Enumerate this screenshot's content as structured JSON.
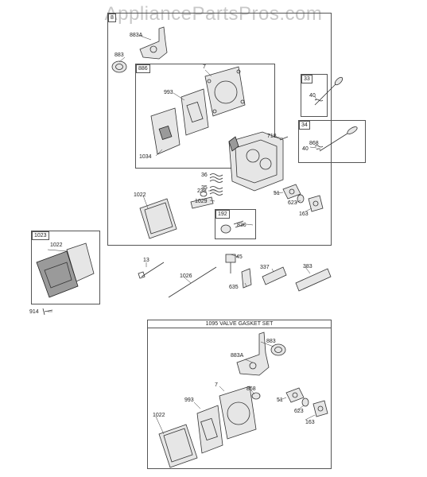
{
  "watermark": "AppliancePartsPros.com",
  "main_box": {
    "corner": "8",
    "labels": {
      "p883A": "883A",
      "p883": "883",
      "p7": "7",
      "p993": "993",
      "p1034": "1034",
      "p718": "718",
      "p36a": "36",
      "p36b": "35",
      "p238": "238",
      "p1029": "1029",
      "p1022": "1022",
      "p830": "830",
      "p51": "51",
      "p623": "623",
      "p163": "163",
      "p40a": "40",
      "p868": "868",
      "p40b": "40"
    },
    "subboxes": {
      "b886": "886",
      "b33": "33",
      "b34": "34",
      "b192": "192"
    }
  },
  "cover_box": {
    "title": "1023",
    "labels": {
      "p1022": "1022"
    }
  },
  "loose_parts": {
    "p914": "914",
    "p13": "13",
    "p1026": "1026",
    "p45": "45",
    "p635": "635",
    "p337": "337",
    "p383": "383"
  },
  "gasket_set": {
    "title": "1095 VALVE GASKET SET",
    "labels": {
      "p883": "883",
      "p883A": "883A",
      "p7": "7",
      "p868": "868",
      "p993": "993",
      "p51": "51",
      "p623": "623",
      "p163": "163",
      "p1022": "1022"
    }
  }
}
